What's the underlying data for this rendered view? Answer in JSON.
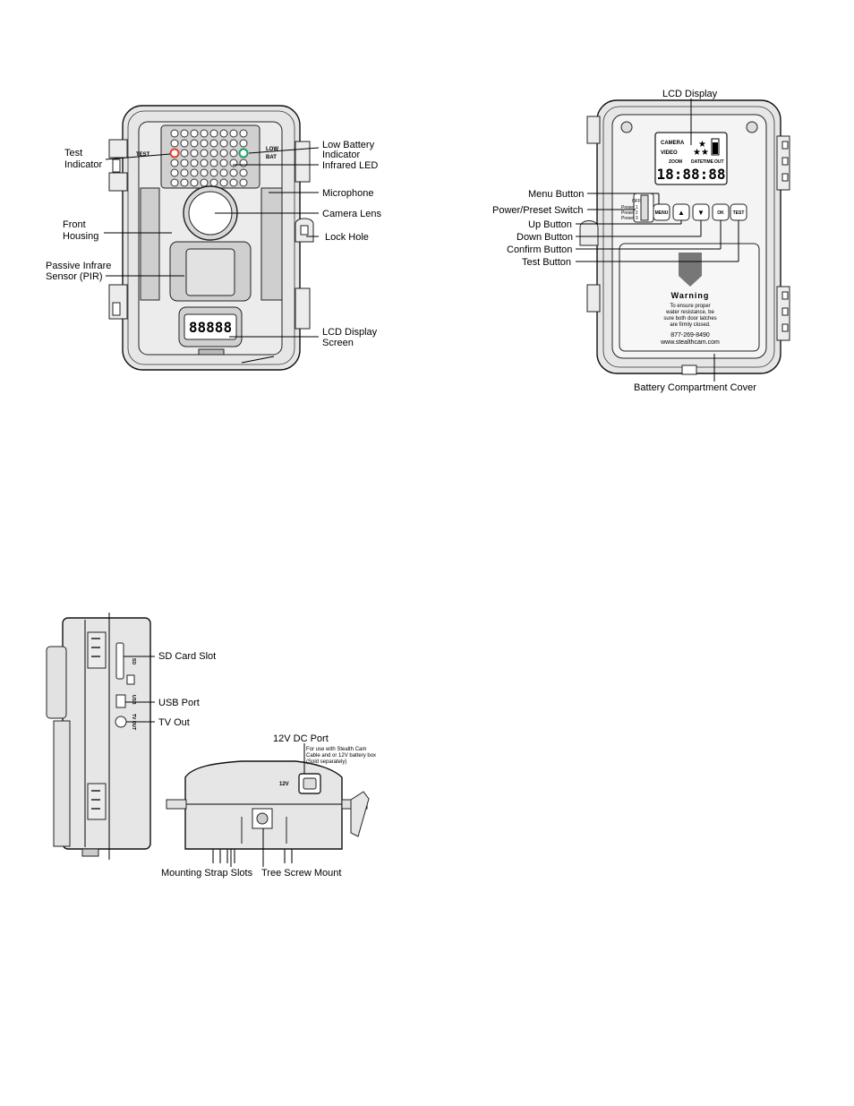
{
  "front_view": {
    "labels": {
      "test_indicator": [
        "Test",
        "Indicator"
      ],
      "low_battery": [
        "Low Battery",
        "Indicator"
      ],
      "infrared_led": "Infrared LED",
      "microphone": "Microphone",
      "camera_lens": "Camera Lens",
      "front_housing": [
        "Front",
        "Housing"
      ],
      "lock_hole": "Lock Hole",
      "pir": [
        "Passive Infrare",
        "Sensor (PIR)"
      ],
      "lcd_display_screen": [
        "LCD Display",
        "Screen"
      ]
    },
    "device_text": {
      "test": "TEST",
      "low": "LOW",
      "bat": "BAT",
      "lcd_digits": "88888"
    },
    "colors": {
      "test_led": "#e0402a",
      "battery_led": "#1fa060"
    }
  },
  "back_view": {
    "labels": {
      "lcd_display": "LCD Display",
      "menu_button": "Menu Button",
      "power_switch": "Power/Preset Switch",
      "up_button": "Up Button",
      "down_button": "Down Button",
      "confirm_button": "Confirm Button",
      "test_button": "Test Button",
      "battery_cover": "Battery Compartment Cover"
    },
    "device_text": {
      "camera": "CAMERA",
      "video": "VIDEO",
      "stars_top": "★",
      "stars_bottom": "★★",
      "zoom": "ZOOM",
      "date": "DATE",
      "time": "TIME",
      "out": "OUT",
      "lcd_digits": "18:88:88",
      "switch_off": "OFF",
      "switch_preset1": "Preset 1",
      "switch_preset2": "Preset 2",
      "switch_preset3": "Preset 3",
      "btn_menu": "MENU",
      "btn_up": "▲",
      "btn_down": "▼",
      "btn_ok": "OK",
      "btn_test": "TEST",
      "warning_title": "Warning",
      "warning_lines": [
        "To ensure proper",
        "water resistance, be",
        "sure both door latches",
        "are firmly closed."
      ],
      "phone": "877-269-8490",
      "website": "www.stealthcam.com"
    }
  },
  "side_view": {
    "labels": {
      "sd_card_slot": "SD Card Slot",
      "usb_port": "USB Port",
      "tv_out": "TV Out"
    },
    "device_text": {
      "sd": "SD",
      "usb": "USB",
      "tv_out": "TV OUT"
    }
  },
  "bottom_view": {
    "labels": {
      "dc_port": "12V DC Port",
      "dc_note": [
        "For use with Stealth Cam",
        "Cable and or 12V battery box",
        "(Sold separately)"
      ],
      "mounting_strap": "Mounting Strap Slots",
      "tree_screw": "Tree Screw Mount"
    },
    "device_text": {
      "v12": "12V"
    }
  }
}
